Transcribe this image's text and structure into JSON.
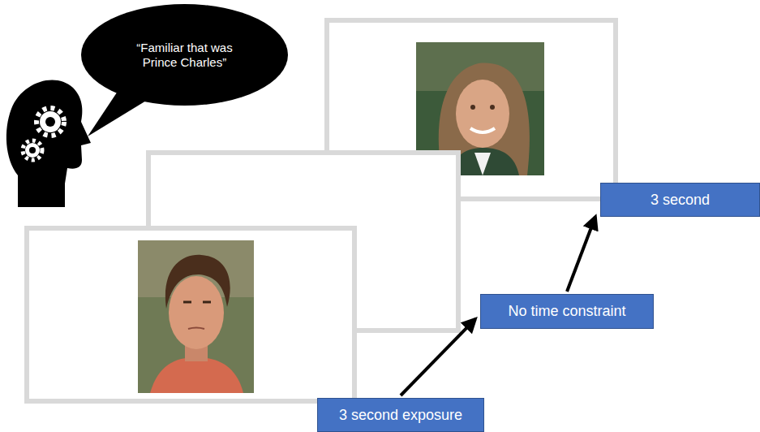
{
  "diagram": {
    "nodes": [
      {
        "text": [
          "“Familiar that was Prince Charles”"
        ]
      },
      {
        "text": [
          "3 second exposure"
        ]
      },
      {
        "text": [
          "No time constraint"
        ]
      },
      {
        "text": [
          "3 second"
        ]
      }
    ],
    "edges": [
      {
        "from": 1,
        "to": 2,
        "arrow": "to"
      },
      {
        "from": 2,
        "to": 3,
        "arrow": "to"
      }
    ]
  }
}
